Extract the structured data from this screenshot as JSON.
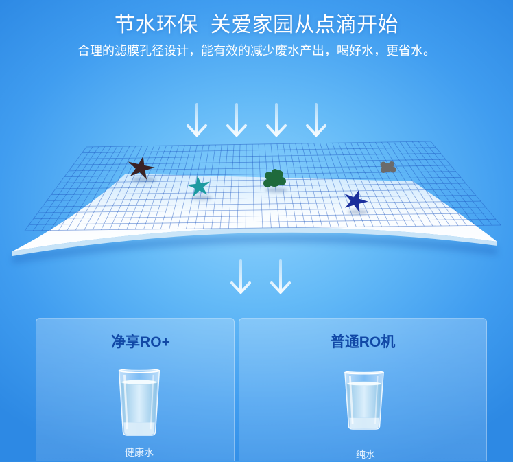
{
  "header": {
    "title": "节水环保  关爱家园从点滴开始",
    "subtitle": "合理的滤膜孔径设计，能有效的减少废水产出，喝好水，更省水。"
  },
  "filtration": {
    "arrows_above": [
      "down-arrow-icon",
      "down-arrow-icon",
      "down-arrow-icon",
      "down-arrow-icon"
    ],
    "membrane_icon": "filter-membrane-icon",
    "particles": [
      {
        "icon": "star-particle-icon",
        "color": "#3a2224"
      },
      {
        "icon": "star-particle-icon",
        "color": "#1d9aa0"
      },
      {
        "icon": "blob-particle-icon",
        "color": "#1f6a3c"
      },
      {
        "icon": "blob-particle-icon",
        "color": "#6b6b6b"
      },
      {
        "icon": "star-particle-icon",
        "color": "#1b2f9c"
      }
    ],
    "arrows_below": [
      "down-arrow-icon",
      "down-arrow-icon"
    ]
  },
  "comparison": {
    "panels": [
      {
        "title": "净享RO+",
        "icon": "water-glass-icon",
        "label": "健康水"
      },
      {
        "title": "普通RO机",
        "icon": "water-glass-icon",
        "label": "纯水"
      }
    ]
  },
  "colors": {
    "background": "#4aa6f1",
    "title_text": "#ffffff",
    "panel_title": "#1148a6",
    "label_text": "#f0f8ff"
  }
}
